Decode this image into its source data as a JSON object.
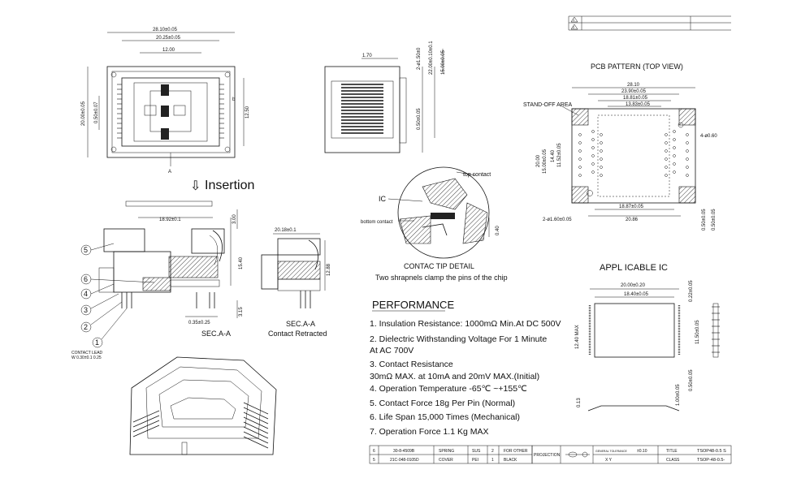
{
  "front_view": {
    "dims": [
      "28.10±0.05",
      "20.25±0.05",
      "12.00",
      "20.00±0.05",
      "0.50±0.07",
      "12.50"
    ],
    "section_mark": "A",
    "b_mark": "b"
  },
  "side_view": {
    "dims": [
      "1.70",
      "2-ø1.50±0",
      "22.00±0.10±0.1",
      "15.00±0.05",
      "0.50±0.05"
    ]
  },
  "insertion": {
    "label": "Insertion",
    "arrow": "⇩"
  },
  "section_aa": {
    "dims": [
      "18.92±0.1",
      "3.00",
      "15.40",
      "0.35±0.25",
      "3.15"
    ],
    "callouts": [
      "5",
      "6",
      "4",
      "3",
      "2",
      "1"
    ],
    "caption": "SEC.A-A",
    "contact_lead": "CONTACT LEAD",
    "contact_lead_dim": "W 0.30±0.1 0.25"
  },
  "section_retracted": {
    "dims": [
      "20.18±0.1",
      "12.88"
    ],
    "caption_1": "SEC.A-A",
    "caption_2": "Contact Retracted"
  },
  "contact_detail": {
    "top_contact": "top contact",
    "ic": "IC",
    "bottom_contact": "bottom contact",
    "dim": "0.40",
    "title": "CONTAC TIP DETAIL",
    "caption": "Two shrapnels clamp the pins of the chip"
  },
  "pcb": {
    "title": "PCB PATTERN  (TOP VIEW)",
    "standoff": "STAND-OFF AREA",
    "dims": [
      "28.10",
      "23.90±0.05",
      "18.81±0.05",
      "13.83±0.05",
      "20.00",
      "15.00±0.05",
      "14.40",
      "11.52±0.05",
      "4-ø0.60",
      "2-ø1.60±0.05",
      "18.87±0.05",
      "20.86",
      "0.50±0.05",
      "0.50±0.05"
    ]
  },
  "applicable_ic": {
    "title": "APPL ICABLE IC",
    "dims": [
      "20.00±0.20",
      "18.40±0.05",
      "12.40 MAX",
      "0.22±0.05",
      "11.50±0.05",
      "1.00±0.05",
      "0.50±0.05",
      "0.13"
    ]
  },
  "performance": {
    "title": "PERFORMANCE",
    "items": [
      "1. Insulation Resistance: 1000mΩ Min.At DC 500V",
      "2. Dielectric Withstanding Voltage For 1 Minute",
      "    At AC 700V",
      "3. Contact Resistance",
      "    30mΩ MAX. at 10mA and 20mV MAX.(Initial)",
      "4. Operation Temperature -65℃ ~+155℃",
      "5. Contact Force 18g Per Pin (Normal)",
      "6. Life Span 15,000 Times (Mechanical)",
      "7. Operation Force 1.1 Kg MAX"
    ]
  },
  "title_block": {
    "rows": [
      [
        "6",
        "30-8-4509B",
        "SPRING",
        "SUS",
        "2",
        "FOR OTHER"
      ],
      [
        "5",
        "21C-048-0105D",
        "COVER",
        "PEI",
        "1",
        "BLACK"
      ]
    ],
    "projection": "PROJECTION",
    "tolerance": "GENERAL TOLERANCE",
    "tol_value": "±0.10",
    "xy_label": "X Y",
    "title_label": "TITLE",
    "title_value": "TSOP48-0.5 S",
    "class_label": "CLASS",
    "class_value": "TSOP-48-0.5-"
  },
  "revision": {
    "marks": [
      "1",
      "2"
    ]
  }
}
